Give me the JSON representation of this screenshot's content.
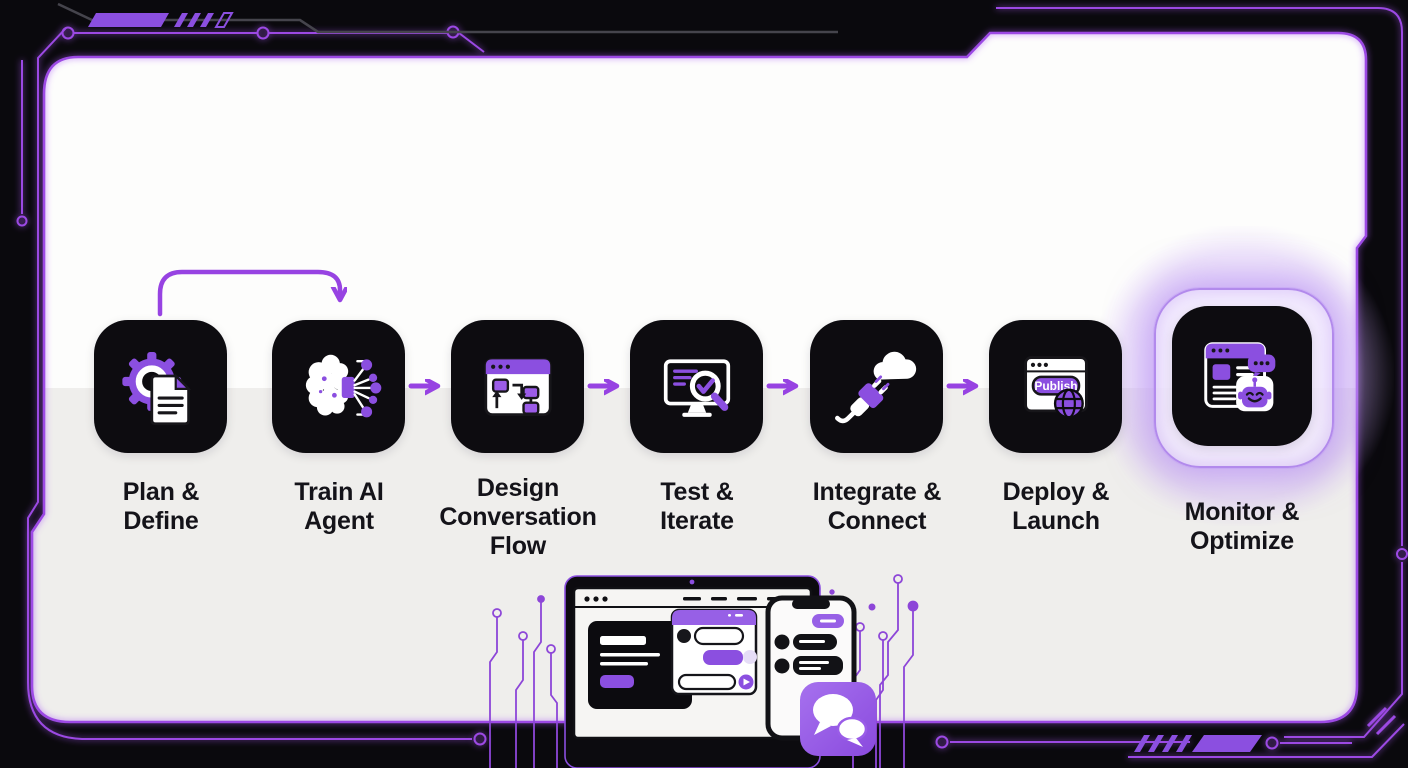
{
  "title": "AI chatbot build process infographic",
  "palette": {
    "accent_purple": "#8b4fe0",
    "line_purple": "#9c4ae4",
    "tile_black": "#0d0c10",
    "panel_white": "#fdfdfc",
    "panel_gray": "#efeeec",
    "label_text": "#141319"
  },
  "steps": [
    {
      "id": "plan-define",
      "label": "Plan &\nDefine",
      "icon": "gear-document-icon"
    },
    {
      "id": "train-ai-agent",
      "label": "Train AI\nAgent",
      "icon": "brain-circuit-icon"
    },
    {
      "id": "design-conversation-flow",
      "label": "Design\nConversation\nFlow",
      "icon": "flowchart-window-icon"
    },
    {
      "id": "test-iterate",
      "label": "Test &\nIterate",
      "icon": "monitor-magnifier-check-icon"
    },
    {
      "id": "integrate-connect",
      "label": "Integrate &\nConnect",
      "icon": "plug-cloud-icon"
    },
    {
      "id": "deploy-launch",
      "label": "Deploy &\nLaunch",
      "icon": "browser-publish-globe-icon",
      "button_label": "Publish"
    },
    {
      "id": "monitor-optimize",
      "label": "Monitor &\nOptimize",
      "icon": "dashboard-chatbot-icon",
      "highlighted": true
    }
  ],
  "flow": {
    "connector_style": "purple arrows left-to-right, curved arrow from step 1 over to step 2",
    "highlight": "step 7 has glowing purple ring"
  },
  "illustration": {
    "items": [
      "laptop-chat-dashboard",
      "phone-chat",
      "chat-app-icon",
      "circuit-traces"
    ]
  }
}
